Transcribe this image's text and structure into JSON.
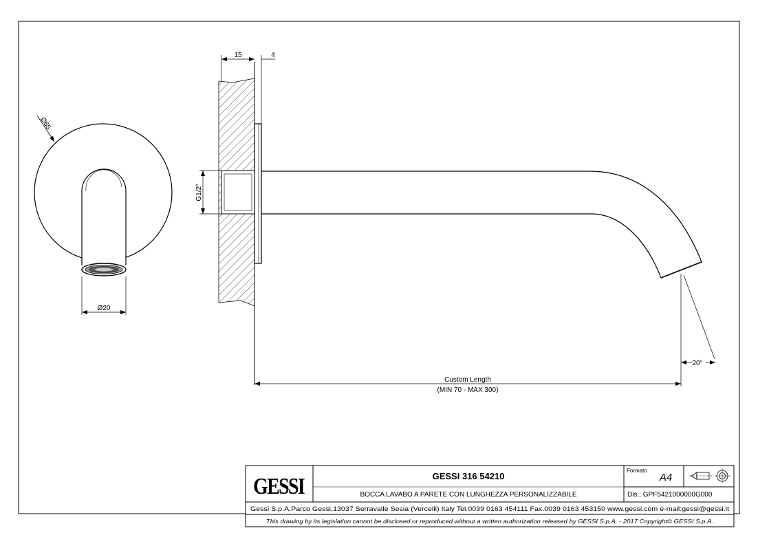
{
  "drawing": {
    "front_view": {
      "outer_diameter_label": "Ø65",
      "spout_diameter_label": "Ø20"
    },
    "side_view": {
      "wall_dim_label": "15",
      "plate_dim_label": "4",
      "thread_label": "G1/2\"",
      "angle_label": "20°",
      "length_label": "Custom Length",
      "length_range_label": "(MIN 70 - MAX 300)"
    }
  },
  "title_block": {
    "logo": "GESSI",
    "product_code": "GESSI 316 54210",
    "description": "BOCCA LAVABO A PARETE CON LUNGHEZZA PERSONALIZZABILE",
    "format_label": "Formato",
    "format_value": "A4",
    "drawing_number": "Dis.: GPF5421000000G000",
    "company_info": "Gessi S.p.A.Parco Gessi,13037 Serravalle Sesia (Vercelli) Italy Tel.0039 0163 454111 Fax.0039 0163 453150 www.gessi.com e-mail:gessi@gessi.it",
    "disclaimer": "This drawing by its legislation cannot be disclosed or reproduced without a written authorization released by GESSI S.p.A. - 2017 Copyright© GESSI S.p.A."
  }
}
